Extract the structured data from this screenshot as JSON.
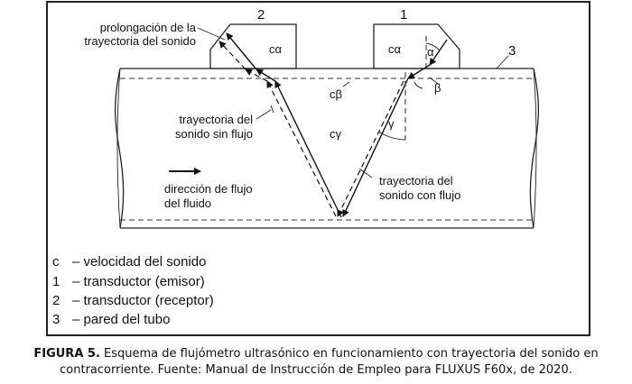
{
  "diagram": {
    "transducer_labels": [
      "2",
      "1"
    ],
    "wall_label": "3",
    "c_alpha": "cα",
    "c_beta": "cβ",
    "c_gamma": "cγ",
    "alpha": "α",
    "beta": "β",
    "gamma": "γ",
    "prolongation_label": [
      "prolongación de la",
      "trayectoria del sonido"
    ],
    "no_flow_label": [
      "trayectoria del",
      "sonido sin flujo"
    ],
    "flow_dir_label": [
      "dirección de flujo",
      "del fluido"
    ],
    "with_flow_label": [
      "trayectoria del",
      "sonido con flujo"
    ]
  },
  "legend": [
    {
      "key": "c",
      "text": "– velocidad del sonido"
    },
    {
      "key": "1",
      "text": "– transductor (emisor)"
    },
    {
      "key": "2",
      "text": "– transductor (receptor)"
    },
    {
      "key": "3",
      "text": "– pared del tubo"
    }
  ],
  "caption": {
    "label": "FIGURA 5.",
    "line1": " Esquema de flujómetro ultrasónico en funcionamiento con trayectoria del sonido en",
    "line2": "contracorriente. Fuente: Manual de Instrucción de Empleo para FLUXUS F60x, de 2020."
  }
}
